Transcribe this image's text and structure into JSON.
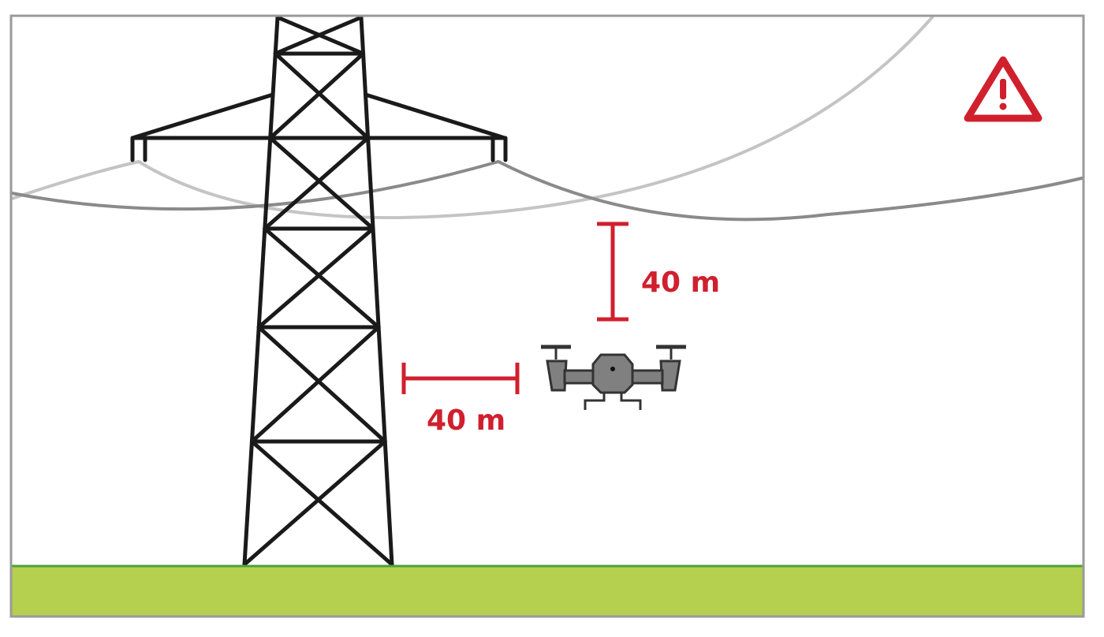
{
  "colors": {
    "accent": "#d0202e",
    "tower": "#1a1a1a",
    "drone": "#808080",
    "ground": "#b5d04e",
    "ground_line": "#4aa23a",
    "wire_dark": "#8a8a8a",
    "wire_light": "#bdbdbd",
    "frame": "#9a9a9a"
  },
  "icons": {
    "warning": "warning-triangle-icon",
    "drone": "drone-icon",
    "tower": "power-pylon"
  },
  "measurements": {
    "vertical_label": "40 m",
    "horizontal_label": "40 m"
  }
}
